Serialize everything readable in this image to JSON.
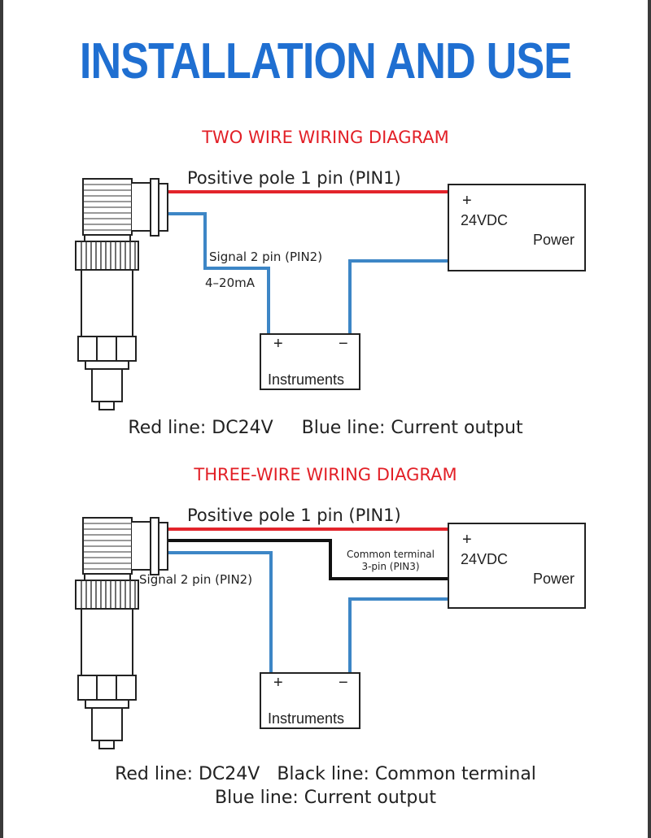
{
  "page": {
    "title": "INSTALLATION AND USE"
  },
  "colors": {
    "title_blue": "#1f6fd1",
    "diagram_title_red": "#e21f26",
    "wire_red": "#e3242b",
    "wire_blue": "#3d86c6",
    "wire_black": "#111111",
    "outline": "#222222"
  },
  "two_wire": {
    "title": "TWO WIRE WIRING DIAGRAM",
    "pin1_label": "Positive pole 1 pin (PIN1)",
    "pin2_label": "Signal 2 pin (PIN2)",
    "range_label": "4–20mA",
    "power_box": {
      "plus": "+",
      "voltage": "24VDC",
      "label": "Power"
    },
    "instrument_box": {
      "plus": "+",
      "minus": "−",
      "label": "Instruments"
    },
    "caption": {
      "red": "Red line: DC24V",
      "blue": "Blue line: Current output"
    }
  },
  "three_wire": {
    "title": "THREE-WIRE WIRING DIAGRAM",
    "pin1_label": "Positive pole 1 pin (PIN1)",
    "pin2_label": "Signal 2 pin (PIN2)",
    "pin3_label_line1": "Common terminal",
    "pin3_label_line2": "3-pin (PIN3)",
    "power_box": {
      "plus": "+",
      "voltage": "24VDC",
      "label": "Power"
    },
    "instrument_box": {
      "plus": "+",
      "minus": "−",
      "label": "Instruments"
    },
    "caption": {
      "red": "Red line: DC24V",
      "black": "Black line: Common terminal",
      "blue": "Blue line: Current output"
    }
  }
}
